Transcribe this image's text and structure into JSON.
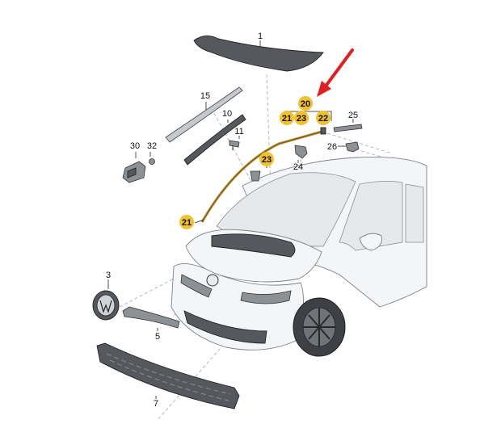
{
  "labels": {
    "l1": "1",
    "l3": "3",
    "l5": "5",
    "l7": "7",
    "l10": "10",
    "l11": "11",
    "l15": "15",
    "l24": "24",
    "l25": "25",
    "l26": "26",
    "l30": "30",
    "l32": "32"
  },
  "badges": {
    "b20": "20",
    "b21_top": "21",
    "b23_top": "23",
    "b22": "22",
    "b23_mid": "23",
    "b21_low": "21"
  },
  "colors": {
    "badge": "#f2c12e",
    "arrow": "#e02020",
    "trim_strip": "#b58a2a"
  }
}
